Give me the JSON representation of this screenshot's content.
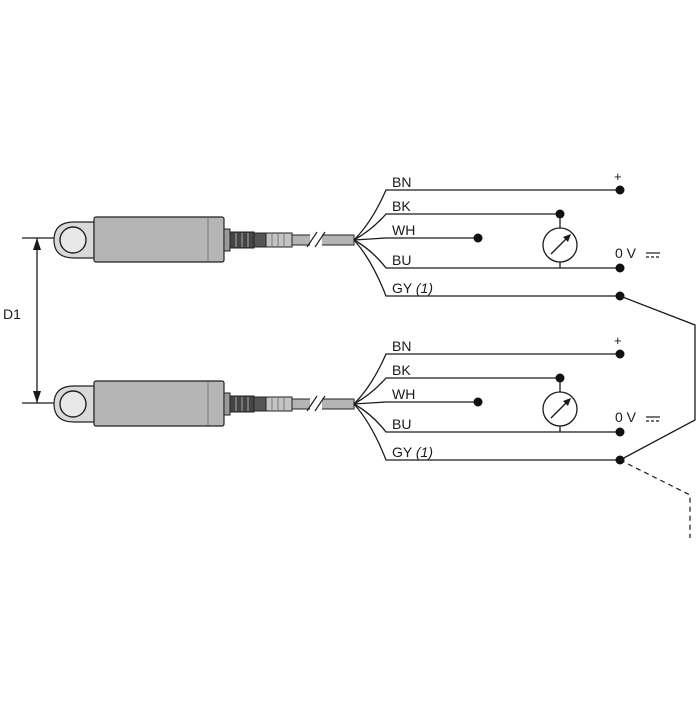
{
  "dimension": {
    "label": "D1"
  },
  "sensors": [
    {
      "wires": [
        {
          "code": "BN"
        },
        {
          "code": "BK"
        },
        {
          "code": "WH"
        },
        {
          "code": "BU"
        },
        {
          "code": "GY",
          "note": "(1)"
        }
      ],
      "supply": {
        "plus": "+",
        "zero": "0 V"
      }
    },
    {
      "wires": [
        {
          "code": "BN"
        },
        {
          "code": "BK"
        },
        {
          "code": "WH"
        },
        {
          "code": "BU"
        },
        {
          "code": "GY",
          "note": "(1)"
        }
      ],
      "supply": {
        "plus": "+",
        "zero": "0 V"
      }
    }
  ],
  "colors": {
    "line": "#1a1a1a",
    "sensor_body": "#b5b5b5",
    "sensor_head": "#d9d9d9"
  }
}
